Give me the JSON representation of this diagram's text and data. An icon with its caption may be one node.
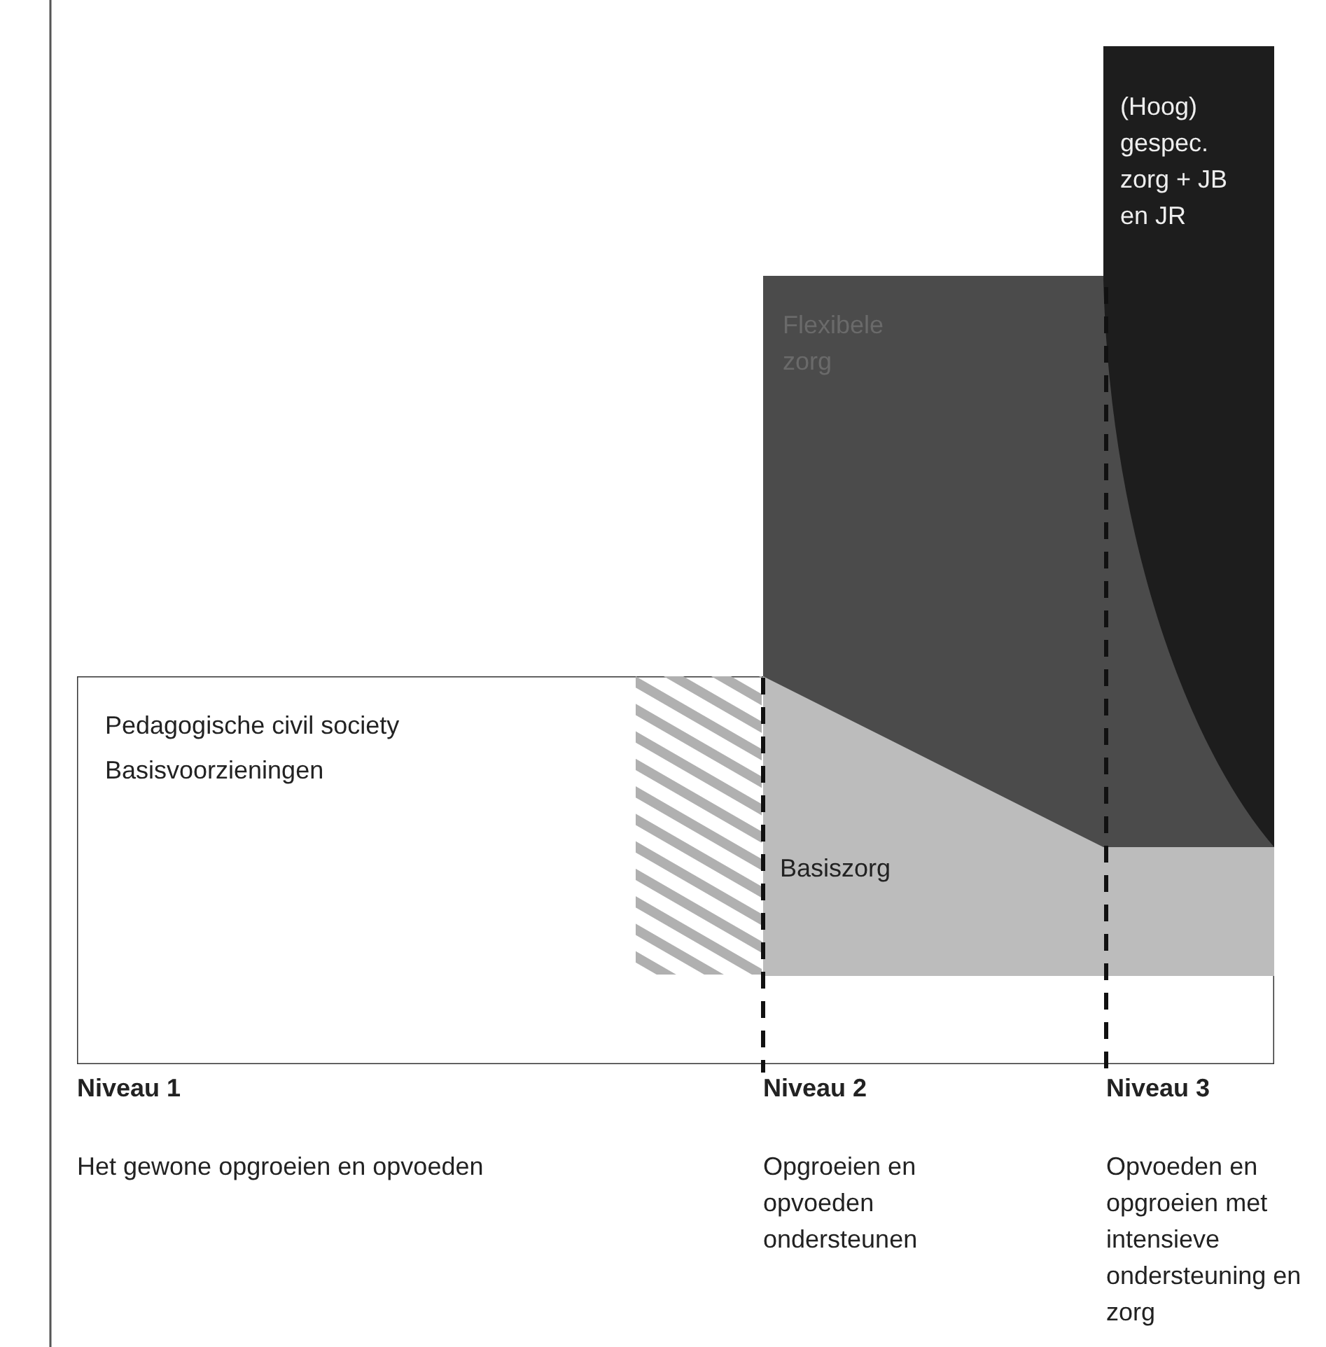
{
  "diagram": {
    "nodes": [
      {
        "text": [
          "Pedagogische civil society",
          "Basisvoorzieningen"
        ]
      },
      {
        "text": [
          "Flexibele zorg"
        ]
      },
      {
        "text": [
          "(Hoog) gespec. zorg + JB en JR"
        ]
      },
      {
        "text": [
          "Basiszorg"
        ]
      },
      {
        "text": [],
        "shape": "box",
        "in": 0
      }
    ],
    "labels": [
      "Niveau 1",
      "Het gewone opgroeien en opvoeden",
      "Niveau 2",
      "Opgroeien en opvoeden ondersteunen",
      "Niveau 3",
      "Opvoeden en opgroeien met intensieve ondersteuning en zorg"
    ]
  }
}
